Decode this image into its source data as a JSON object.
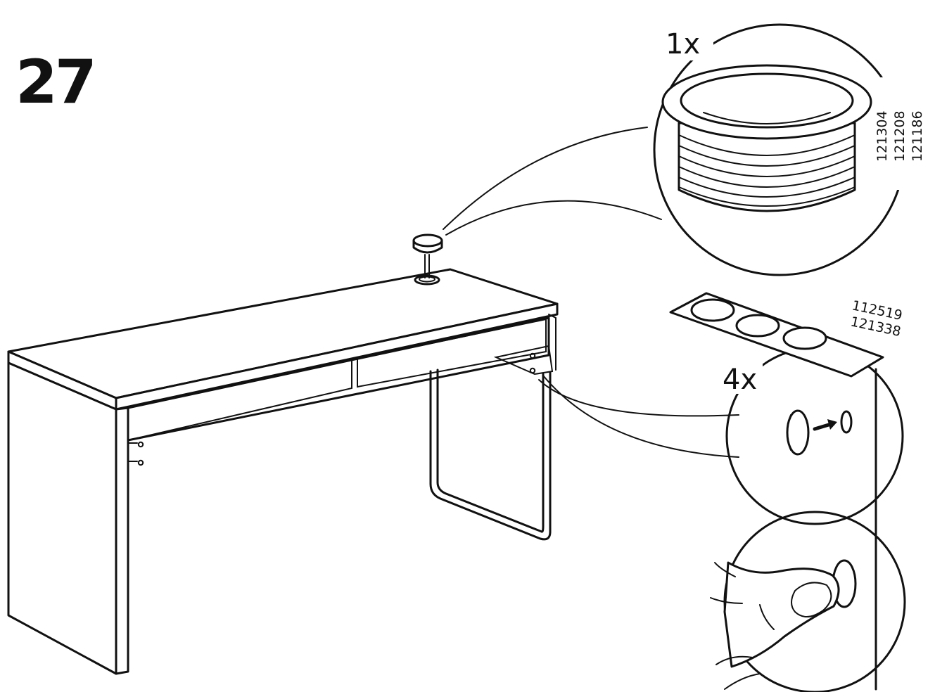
{
  "step": {
    "number": "27"
  },
  "grommet": {
    "quantity": "1x",
    "part_numbers": [
      "121304",
      "121208",
      "121186"
    ]
  },
  "caps": {
    "quantity": "4x",
    "part_numbers": [
      "112519",
      "121338"
    ]
  },
  "icons": {
    "desk": "desk-illustration",
    "grommet": "cable-grommet-icon",
    "cap_sheet": "adhesive-cap-sheet-icon",
    "press": "finger-press-icon",
    "arrow": "arrow-right-icon"
  }
}
